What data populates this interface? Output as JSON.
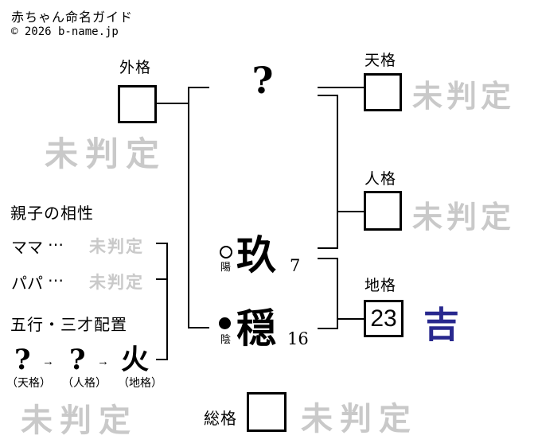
{
  "header": {
    "title": "赤ちゃん命名ガイド",
    "copyright": "© 2026 b-name.jp"
  },
  "name": {
    "surname_placeholder": "?",
    "chars": [
      {
        "char": "玖",
        "strokes": "7",
        "polarity_symbol": "○",
        "polarity_label": "陽"
      },
      {
        "char": "穏",
        "strokes": "16",
        "polarity_symbol": "●",
        "polarity_label": "陰"
      }
    ]
  },
  "kaku": {
    "gaikaku": {
      "label": "外格",
      "value": "",
      "result": "未判定"
    },
    "tenkaku": {
      "label": "天格",
      "value": "",
      "result": "未判定"
    },
    "jinkaku": {
      "label": "人格",
      "value": "",
      "result": "未判定"
    },
    "chikaku": {
      "label": "地格",
      "value": "23",
      "result": "吉"
    },
    "soukaku": {
      "label": "総格",
      "value": "",
      "result": "未判定"
    }
  },
  "compatibility": {
    "heading": "親子の相性",
    "items": [
      {
        "label": "ママ",
        "separator": "⋯",
        "result": "未判定"
      },
      {
        "label": "パパ",
        "separator": "⋯",
        "result": "未判定"
      }
    ]
  },
  "gogyo": {
    "heading": "五行・三才配置",
    "elements": [
      "?",
      "?",
      "火"
    ],
    "arrow": "→",
    "labels": [
      "（天格）",
      "（人格）",
      "（地格）"
    ],
    "result": "未判定"
  },
  "colors": {
    "good_result": "#28288e",
    "undetermined_gray": "#c9c9c9",
    "line_black": "#000000"
  }
}
